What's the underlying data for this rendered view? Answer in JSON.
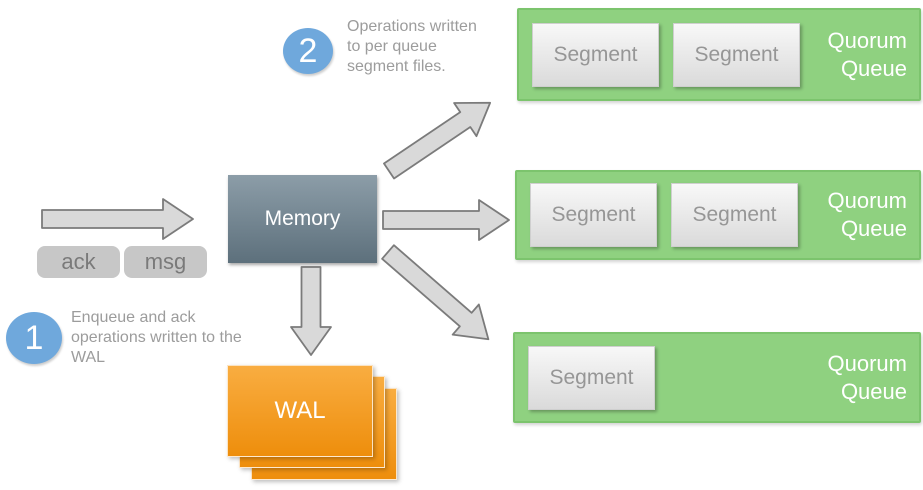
{
  "memory": {
    "label": "Memory"
  },
  "wal": {
    "label": "WAL"
  },
  "tags": [
    {
      "label": "ack"
    },
    {
      "label": "msg"
    }
  ],
  "steps": [
    {
      "number": "1",
      "lines": [
        "Enqueue and ack",
        "operations written to the",
        "WAL"
      ]
    },
    {
      "number": "2",
      "lines": [
        "Operations written",
        "to per queue",
        "segment files."
      ]
    }
  ],
  "queues": [
    {
      "title_line1": "Quorum",
      "title_line2": "Queue",
      "segments": [
        {
          "label": "Segment"
        },
        {
          "label": "Segment"
        }
      ]
    },
    {
      "title_line1": "Quorum",
      "title_line2": "Queue",
      "segments": [
        {
          "label": "Segment"
        },
        {
          "label": "Segment"
        }
      ]
    },
    {
      "title_line1": "Quorum",
      "title_line2": "Queue",
      "segments": [
        {
          "label": "Segment"
        }
      ]
    }
  ],
  "colors": {
    "queue_green": "#8FD180",
    "queue_green_border": "#7CC46D",
    "memory_top": "#8C9DA8",
    "memory_bottom": "#5D707C",
    "wal_orange_top": "#F9AD41",
    "wal_orange_bottom": "#EE8E0C",
    "step_blue": "#6FA8DC",
    "arrow_fill": "#D9D9D9",
    "arrow_stroke": "#7b7b7b",
    "tag_gray": "#C7C7C7",
    "note_text": "#9C9C9C"
  }
}
